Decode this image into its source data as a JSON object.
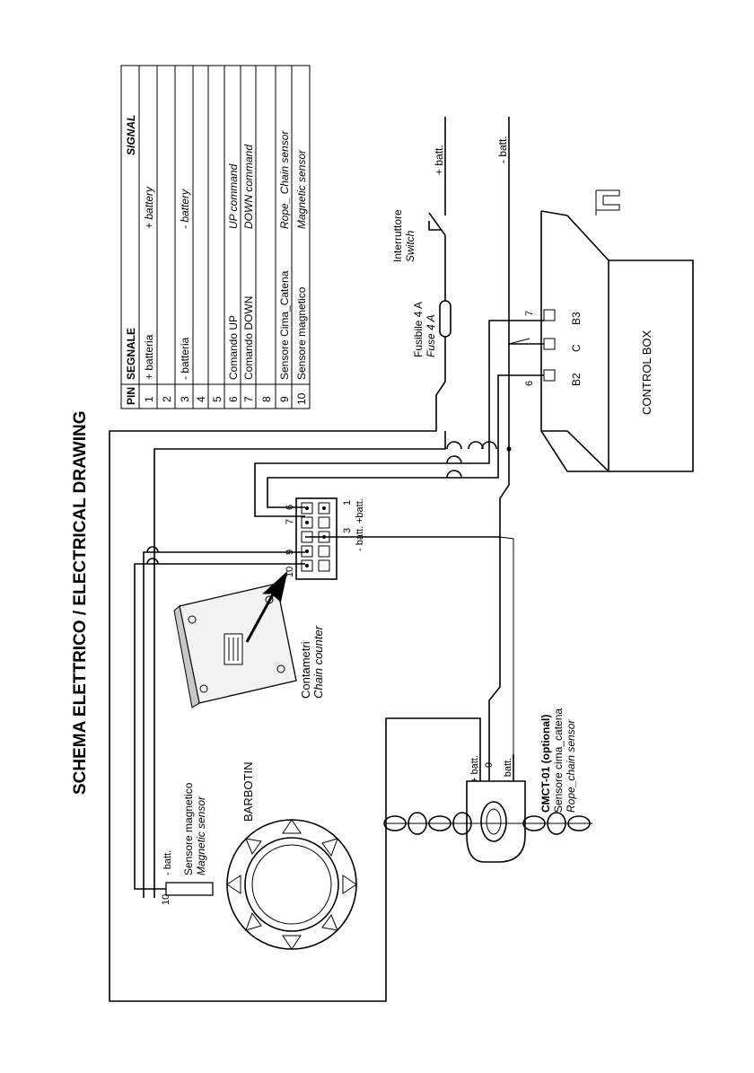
{
  "title": "SCHEMA ELETTRICO / ELECTRICAL DRAWING",
  "pin_table": {
    "headers": {
      "pin": "PIN",
      "segnale": "SEGNALE",
      "signal": "SIGNAL"
    },
    "rows": [
      {
        "pin": "1",
        "segnale": "+ batteria",
        "signal": "+ battery"
      },
      {
        "pin": "2",
        "segnale": "",
        "signal": ""
      },
      {
        "pin": "3",
        "segnale": "- batteria",
        "signal": "- battery"
      },
      {
        "pin": "4",
        "segnale": "",
        "signal": ""
      },
      {
        "pin": "5",
        "segnale": "",
        "signal": ""
      },
      {
        "pin": "6",
        "segnale": "Comando UP",
        "signal": "UP command"
      },
      {
        "pin": "7",
        "segnale": "Comando DOWN",
        "signal": "DOWN command"
      },
      {
        "pin": "8",
        "segnale": "",
        "signal": ""
      },
      {
        "pin": "9",
        "segnale": "Sensore Cima_Catena",
        "signal": "Rope_ Chain sensor"
      },
      {
        "pin": "10",
        "segnale": "Sensore magnetico",
        "signal": "Magnetic sensor"
      }
    ]
  },
  "labels": {
    "plus_batt": "+ batt.",
    "minus_batt": "- batt.",
    "switch_it": "Interruttore",
    "switch_en": "Switch",
    "fuse_it": "Fusibile 4 A",
    "fuse_en": "Fuse 4 A",
    "control_box": "CONTROL BOX",
    "term_b2": "B2",
    "term_c": "C",
    "term_b3": "B3",
    "wire_6": "6",
    "wire_7": "7",
    "conn_plus": "+batt.",
    "conn_minus": "- batt.",
    "conn_pin_1": "1",
    "conn_pin_3": "3",
    "conn_pin_6": "6",
    "conn_pin_7": "7",
    "conn_pin_9": "9",
    "conn_pin_10": "10",
    "counter_it": "Contametri",
    "counter_en": "Chain counter",
    "cmct_title": "CMCT-01 (optional)",
    "cmct_it": "Sensore cima_catena",
    "cmct_en": "Rope_chain sensor",
    "sensor_plus": "+ batt.",
    "sensor_9": "9",
    "sensor_minus": "- batt.",
    "barbotin": "BARBOTIN",
    "mag_it": "Sensore magnetico",
    "mag_en": "Magnetic sensor",
    "mag_minus": "- batt.",
    "mag_10": "10"
  }
}
